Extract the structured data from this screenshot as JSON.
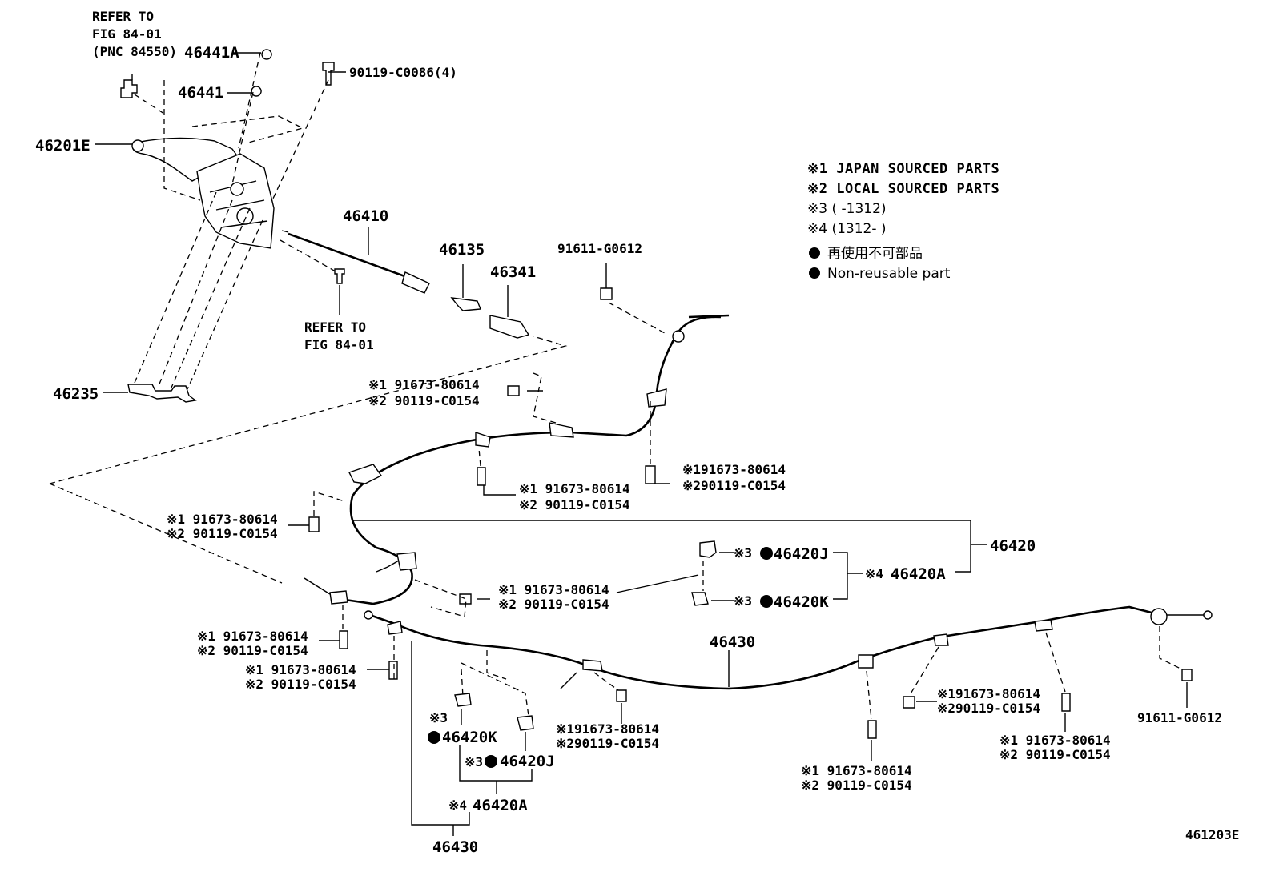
{
  "legend": {
    "l1": "※1 JAPAN SOURCED PARTS",
    "l2": "※2 LOCAL SOURCED PARTS",
    "l3": "※3 (     -1312)",
    "l4": "※4 (1312-     )",
    "l5": "再使用不可部品",
    "l6": "Non-reusable part"
  },
  "refs": {
    "ref_top_1": "REFER TO",
    "ref_top_2": "FIG 84-01",
    "ref_top_3": "(PNC 84550)",
    "ref_mid_1": "REFER TO",
    "ref_mid_2": "FIG 84-01"
  },
  "parts": {
    "p46441A": "46441A",
    "p46441": "46441",
    "p90119_c0086": "90119-C0086(4)",
    "p46201E": "46201E",
    "p46410": "46410",
    "p46135": "46135",
    "p46341": "46341",
    "p91611_top": "91611-G0612",
    "p46235": "46235",
    "p46420": "46420",
    "p46420J_r": "46420J",
    "p46420K_r": "46420K",
    "p46420A_r": "46420A",
    "p46430_mid": "46430",
    "p46420K_b": "46420K",
    "p46420J_b": "46420J",
    "p46420A_b": "46420A",
    "p46430_b": "46430",
    "p91611_right": "91611-G0612",
    "fig_code": "461203E"
  },
  "marks": {
    "m1": "※1",
    "m2": "※2",
    "m3": "※3",
    "m4": "※4"
  },
  "bolts": {
    "b1_1": "※1 91673-80614",
    "b1_2": "※2 90119-C0154",
    "b2_1": "※191673-80614",
    "b2_2": "※290119-C0154",
    "b3_1": "※1 91673-80614",
    "b3_2": "※2 90119-C0154",
    "b4_1": "※1 91673-80614",
    "b4_2": "※2 90119-C0154",
    "b5_1": "※1 91673-80614",
    "b5_2": "※2 90119-C0154",
    "b6_1": "※1 91673-80614",
    "b6_2": "※2 90119-C0154",
    "b7_1": "※1 91673-80614",
    "b7_2": "※2 90119-C0154",
    "b8_1": "※191673-80614",
    "b8_2": "※290119-C0154",
    "b9_1": "※1 91673-80614",
    "b9_2": "※2 90119-C0154",
    "b10_1": "※191673-80614",
    "b10_2": "※290119-C0154",
    "b11_1": "※1 91673-80614",
    "b11_2": "※2 90119-C0154"
  }
}
